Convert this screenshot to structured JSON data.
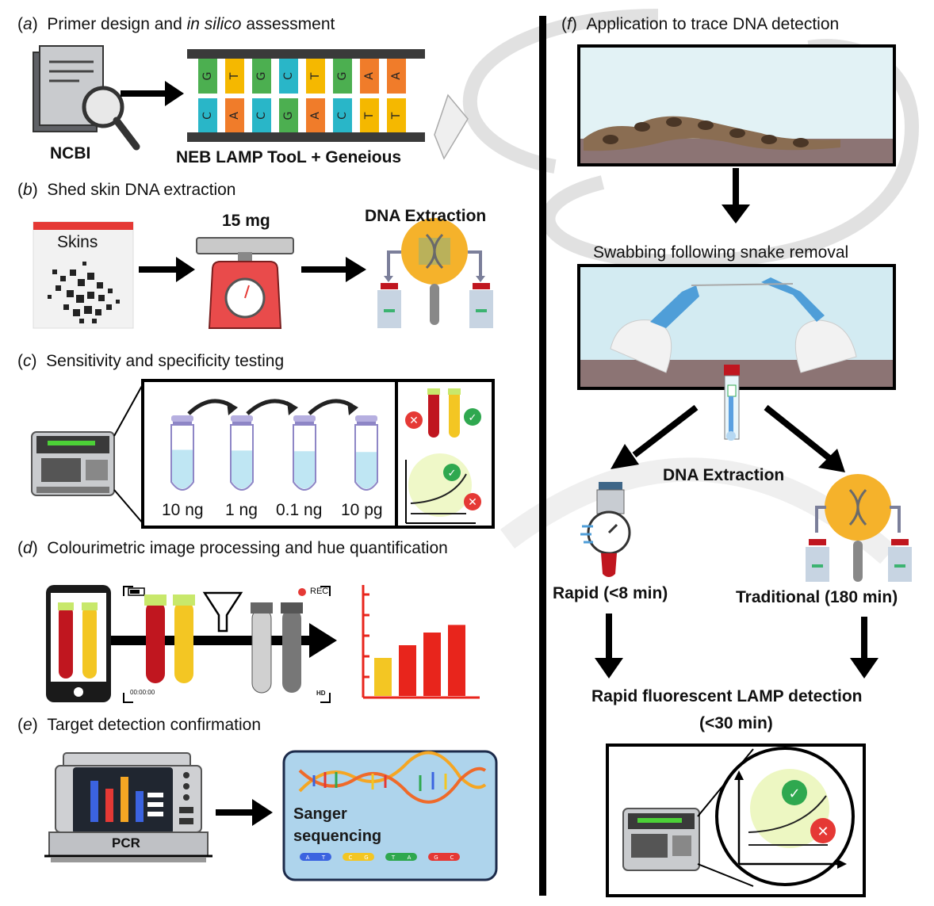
{
  "panels": {
    "a": {
      "letter": "a",
      "title": "Primer design and ",
      "title_italic": "in silico",
      "title_end": " assessment",
      "ncbi": "NCBI",
      "tool": "NEB LAMP TooL + Geneious",
      "top_bases": [
        "G",
        "T",
        "G",
        "C",
        "T",
        "G",
        "A",
        "A"
      ],
      "bottom_bases": [
        "C",
        "A",
        "C",
        "G",
        "A",
        "C",
        "T",
        "T"
      ]
    },
    "b": {
      "letter": "b",
      "title": "Shed skin DNA extraction",
      "skins": "Skins",
      "mass": "15 mg",
      "extraction": "DNA Extraction"
    },
    "c": {
      "letter": "c",
      "title": "Sensitivity and specificity testing",
      "dilutions": [
        "10 ng",
        "1 ng",
        "0.1 ng",
        "10 pg"
      ]
    },
    "d": {
      "letter": "d",
      "title": "Colourimetric image processing and hue quantification",
      "rec": "REC",
      "timer": "00:00:00",
      "hd": "HD",
      "bar_values": [
        3,
        4,
        5,
        5.6
      ]
    },
    "e": {
      "letter": "e",
      "title": "Target detection confirmation",
      "pcr": "PCR",
      "sanger_line1": "Sanger",
      "sanger_line2": "sequencing",
      "seq_pairs": [
        [
          "A",
          "T"
        ],
        [
          "C",
          "G"
        ],
        [
          "T",
          "A"
        ],
        [
          "G",
          "C"
        ]
      ]
    },
    "f": {
      "letter": "f",
      "title": "Application to trace DNA detection",
      "swabbing": "Swabbing following snake removal",
      "extraction": "DNA Extraction",
      "rapid": "Rapid (<8 min)",
      "traditional": "Traditional (180 min)",
      "lamp_line1": "Rapid fluorescent LAMP detection",
      "lamp_line2": "(<30 min)"
    }
  },
  "colors": {
    "base_G": "#4caf50",
    "base_T": "#f5b800",
    "base_C": "#29b6c8",
    "base_A": "#f07c2a",
    "red": "#e53935",
    "yellow": "#f3c623",
    "lime": "#c8e86b",
    "scale": "#e94b4b",
    "bars": "#e8251c",
    "bar_first": "#f3c623"
  }
}
